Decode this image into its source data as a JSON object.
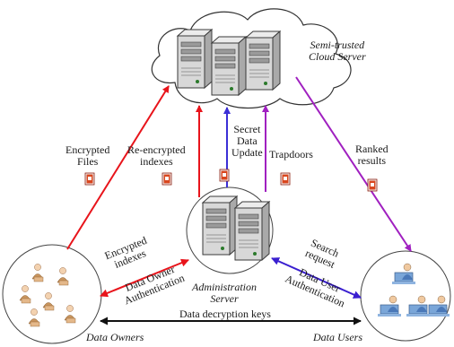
{
  "nodes": {
    "cloud_server": [
      "Semi-trusted",
      "Cloud Server"
    ],
    "admin_server": [
      "Administration",
      "Server"
    ],
    "data_owners": "Data Owners",
    "data_users": "Data Users"
  },
  "edges": {
    "encrypted_files": [
      "Encrypted",
      "Files"
    ],
    "reencrypted_indexes": [
      "Re-encrypted",
      "indexes"
    ],
    "secret_data_update": [
      "Secret",
      "Data",
      "Update"
    ],
    "trapdoors": "Trapdoors",
    "ranked_results": [
      "Ranked",
      "results"
    ],
    "encrypted_indexes": [
      "Encrypted",
      "indexes"
    ],
    "data_owner_auth": [
      "Data Owner",
      "Authentication"
    ],
    "search_request": [
      "Search",
      "request"
    ],
    "data_user_auth": [
      "Data User",
      "Authentication"
    ],
    "data_decryption_keys": "Data decryption keys"
  },
  "colors": {
    "owner_to_cloud": "#e8141b",
    "admin_to_cloud_data": "#3b2fd6",
    "admin_to_cloud_trapdoor": "#9b30c8",
    "cloud_to_users": "#a020c0",
    "owner_admin": "#e8141b",
    "user_admin": "#3a1fd0",
    "owner_user": "#111111",
    "document_icon": "#d9461e"
  }
}
